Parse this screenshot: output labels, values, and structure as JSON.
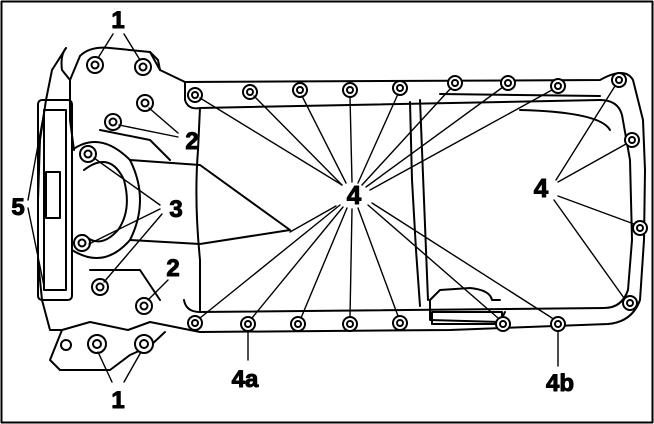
{
  "callouts": {
    "c1_top": "1",
    "c2_upper": "2",
    "c3": "3",
    "c5": "5",
    "c2_lower": "2",
    "c1_bottom": "1",
    "c4_center": "4",
    "c4_right": "4",
    "c4a": "4a",
    "c4b": "4b"
  },
  "colors": {
    "ink": "#000000",
    "paper": "#ffffff"
  }
}
